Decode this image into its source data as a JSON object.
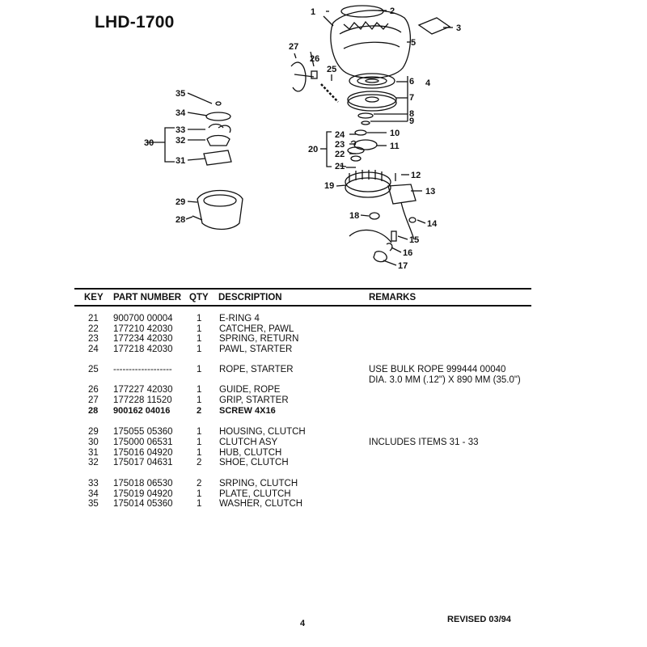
{
  "title": "LHD-1700",
  "callouts": [
    "1",
    "2",
    "3",
    "4",
    "5",
    "6",
    "7",
    "8",
    "9",
    "10",
    "11",
    "12",
    "13",
    "14",
    "15",
    "16",
    "17",
    "18",
    "19",
    "20",
    "21",
    "22",
    "23",
    "24",
    "25",
    "26",
    "27",
    "28",
    "29",
    "30",
    "31",
    "32",
    "33",
    "34",
    "35"
  ],
  "table": {
    "headers": {
      "key": "KEY",
      "part": "PART NUMBER",
      "qty": "QTY",
      "desc": "DESCRIPTION",
      "rem": "REMARKS"
    },
    "rows": [
      {
        "key": "21",
        "part": "900700 00004",
        "qty": "1",
        "desc": "E-RING  4",
        "rem": ""
      },
      {
        "key": "22",
        "part": "177210 42030",
        "qty": "1",
        "desc": "CATCHER, PAWL",
        "rem": ""
      },
      {
        "key": "23",
        "part": "177234 42030",
        "qty": "1",
        "desc": "SPRING, RETURN",
        "rem": ""
      },
      {
        "key": "24",
        "part": "177218 42030",
        "qty": "1",
        "desc": "PAWL, STARTER",
        "rem": ""
      },
      {
        "key": "25",
        "part": "-------------------",
        "qty": "1",
        "desc": "ROPE, STARTER",
        "rem": "USE BULK ROPE 999444 00040"
      },
      {
        "key": "",
        "part": "",
        "qty": "",
        "desc": "",
        "rem": "DIA. 3.0 MM (.12\") X 890 MM (35.0\")"
      },
      {
        "key": "26",
        "part": "177227 42030",
        "qty": "1",
        "desc": "GUIDE, ROPE",
        "rem": ""
      },
      {
        "key": "27",
        "part": "177228 11520",
        "qty": "1",
        "desc": "GRIP, STARTER",
        "rem": ""
      },
      {
        "key": "28",
        "part": "900162 04016",
        "qty": "2",
        "desc": "SCREW  4X16",
        "rem": ""
      },
      {
        "key": "29",
        "part": "175055 05360",
        "qty": "1",
        "desc": "HOUSING, CLUTCH",
        "rem": ""
      },
      {
        "key": "30",
        "part": "175000 06531",
        "qty": "1",
        "desc": "CLUTCH ASY",
        "rem": "INCLUDES ITEMS 31 - 33"
      },
      {
        "key": "31",
        "part": "175016 04920",
        "qty": "1",
        "desc": "HUB, CLUTCH",
        "rem": ""
      },
      {
        "key": "32",
        "part": "175017 04631",
        "qty": "2",
        "desc": "SHOE, CLUTCH",
        "rem": ""
      },
      {
        "key": "33",
        "part": "175018 06530",
        "qty": "2",
        "desc": "SRPING, CLUTCH",
        "rem": ""
      },
      {
        "key": "34",
        "part": "175019 04920",
        "qty": "1",
        "desc": "PLATE, CLUTCH",
        "rem": ""
      },
      {
        "key": "35",
        "part": "175014 05360",
        "qty": "1",
        "desc": "WASHER, CLUTCH",
        "rem": ""
      }
    ]
  },
  "footer": {
    "page": "4",
    "revised": "REVISED 03/94"
  }
}
